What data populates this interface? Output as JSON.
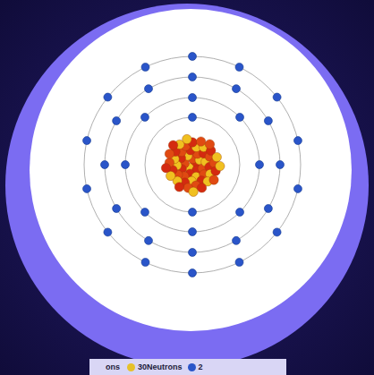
{
  "diagram": {
    "labels": [
      "ons"
    ],
    "legend": [
      {
        "text": "30Neutrons",
        "color": "#e6c12a"
      },
      {
        "text": "2",
        "color": "#2a55c9"
      }
    ]
  }
}
